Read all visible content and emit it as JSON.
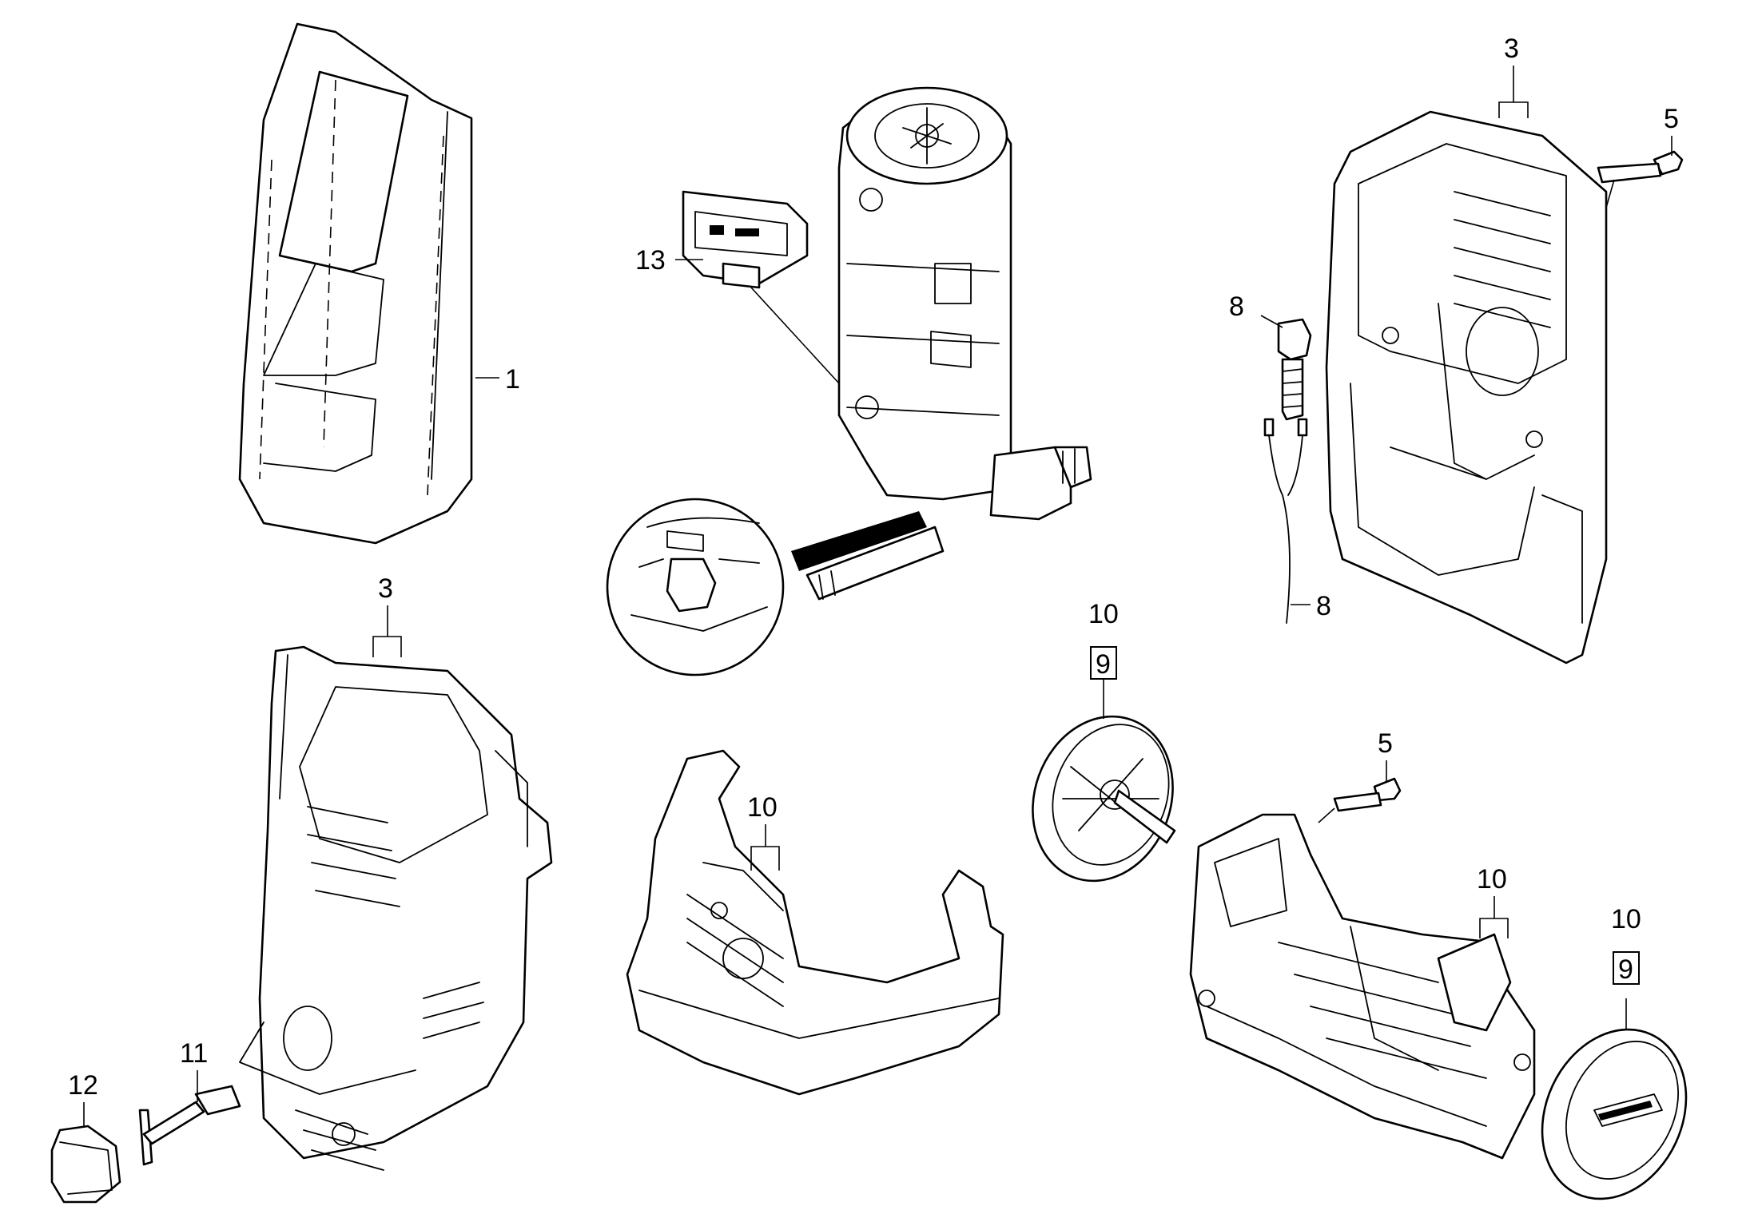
{
  "colors": {
    "line": "#000000",
    "background": "#ffffff"
  },
  "callouts": {
    "c1": "1",
    "c3_housing_rear": "3",
    "c5_rear": "5",
    "c13": "13",
    "c8_fitting": "8",
    "c8_cable": "8",
    "c3_housing_front": "3",
    "c10_wheel_left": "10",
    "c9_wheel_left": "9",
    "c5_base": "5",
    "c10_base_cover": "10",
    "c10_base_right": "10",
    "c10_wheel_right": "10",
    "c9_wheel_right": "9",
    "c11": "11",
    "c12": "12"
  }
}
